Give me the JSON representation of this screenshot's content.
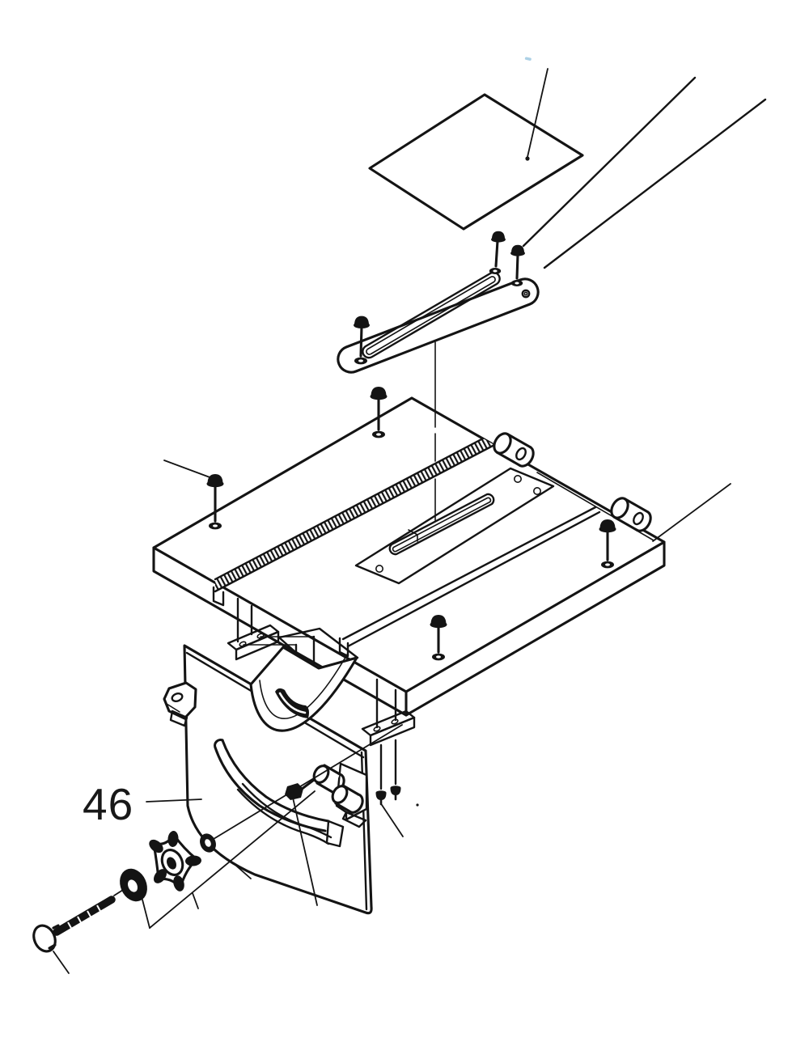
{
  "figure": {
    "type": "exploded-parts-diagram",
    "subject": "table-saw table and trunnion assembly",
    "label": "46"
  },
  "colors": {
    "background": "#ffffff",
    "line": "#141414",
    "scan_artifact": "#9fc9e2"
  },
  "parts": [
    "top-cover-plate",
    "throat-plate",
    "throat-plate-screws",
    "table-top",
    "miter-groove",
    "front-groove",
    "insert-recess",
    "rail-boss",
    "table-screws",
    "left-mounting-bracket",
    "right-mounting-bracket",
    "arc-guard",
    "blade-housing-panel",
    "bevel-slot",
    "clamp-assembly",
    "lock-knob",
    "carriage-bolt",
    "flat-washer",
    "star-knob",
    "small-washer",
    "leader-lines",
    "figure-label"
  ]
}
